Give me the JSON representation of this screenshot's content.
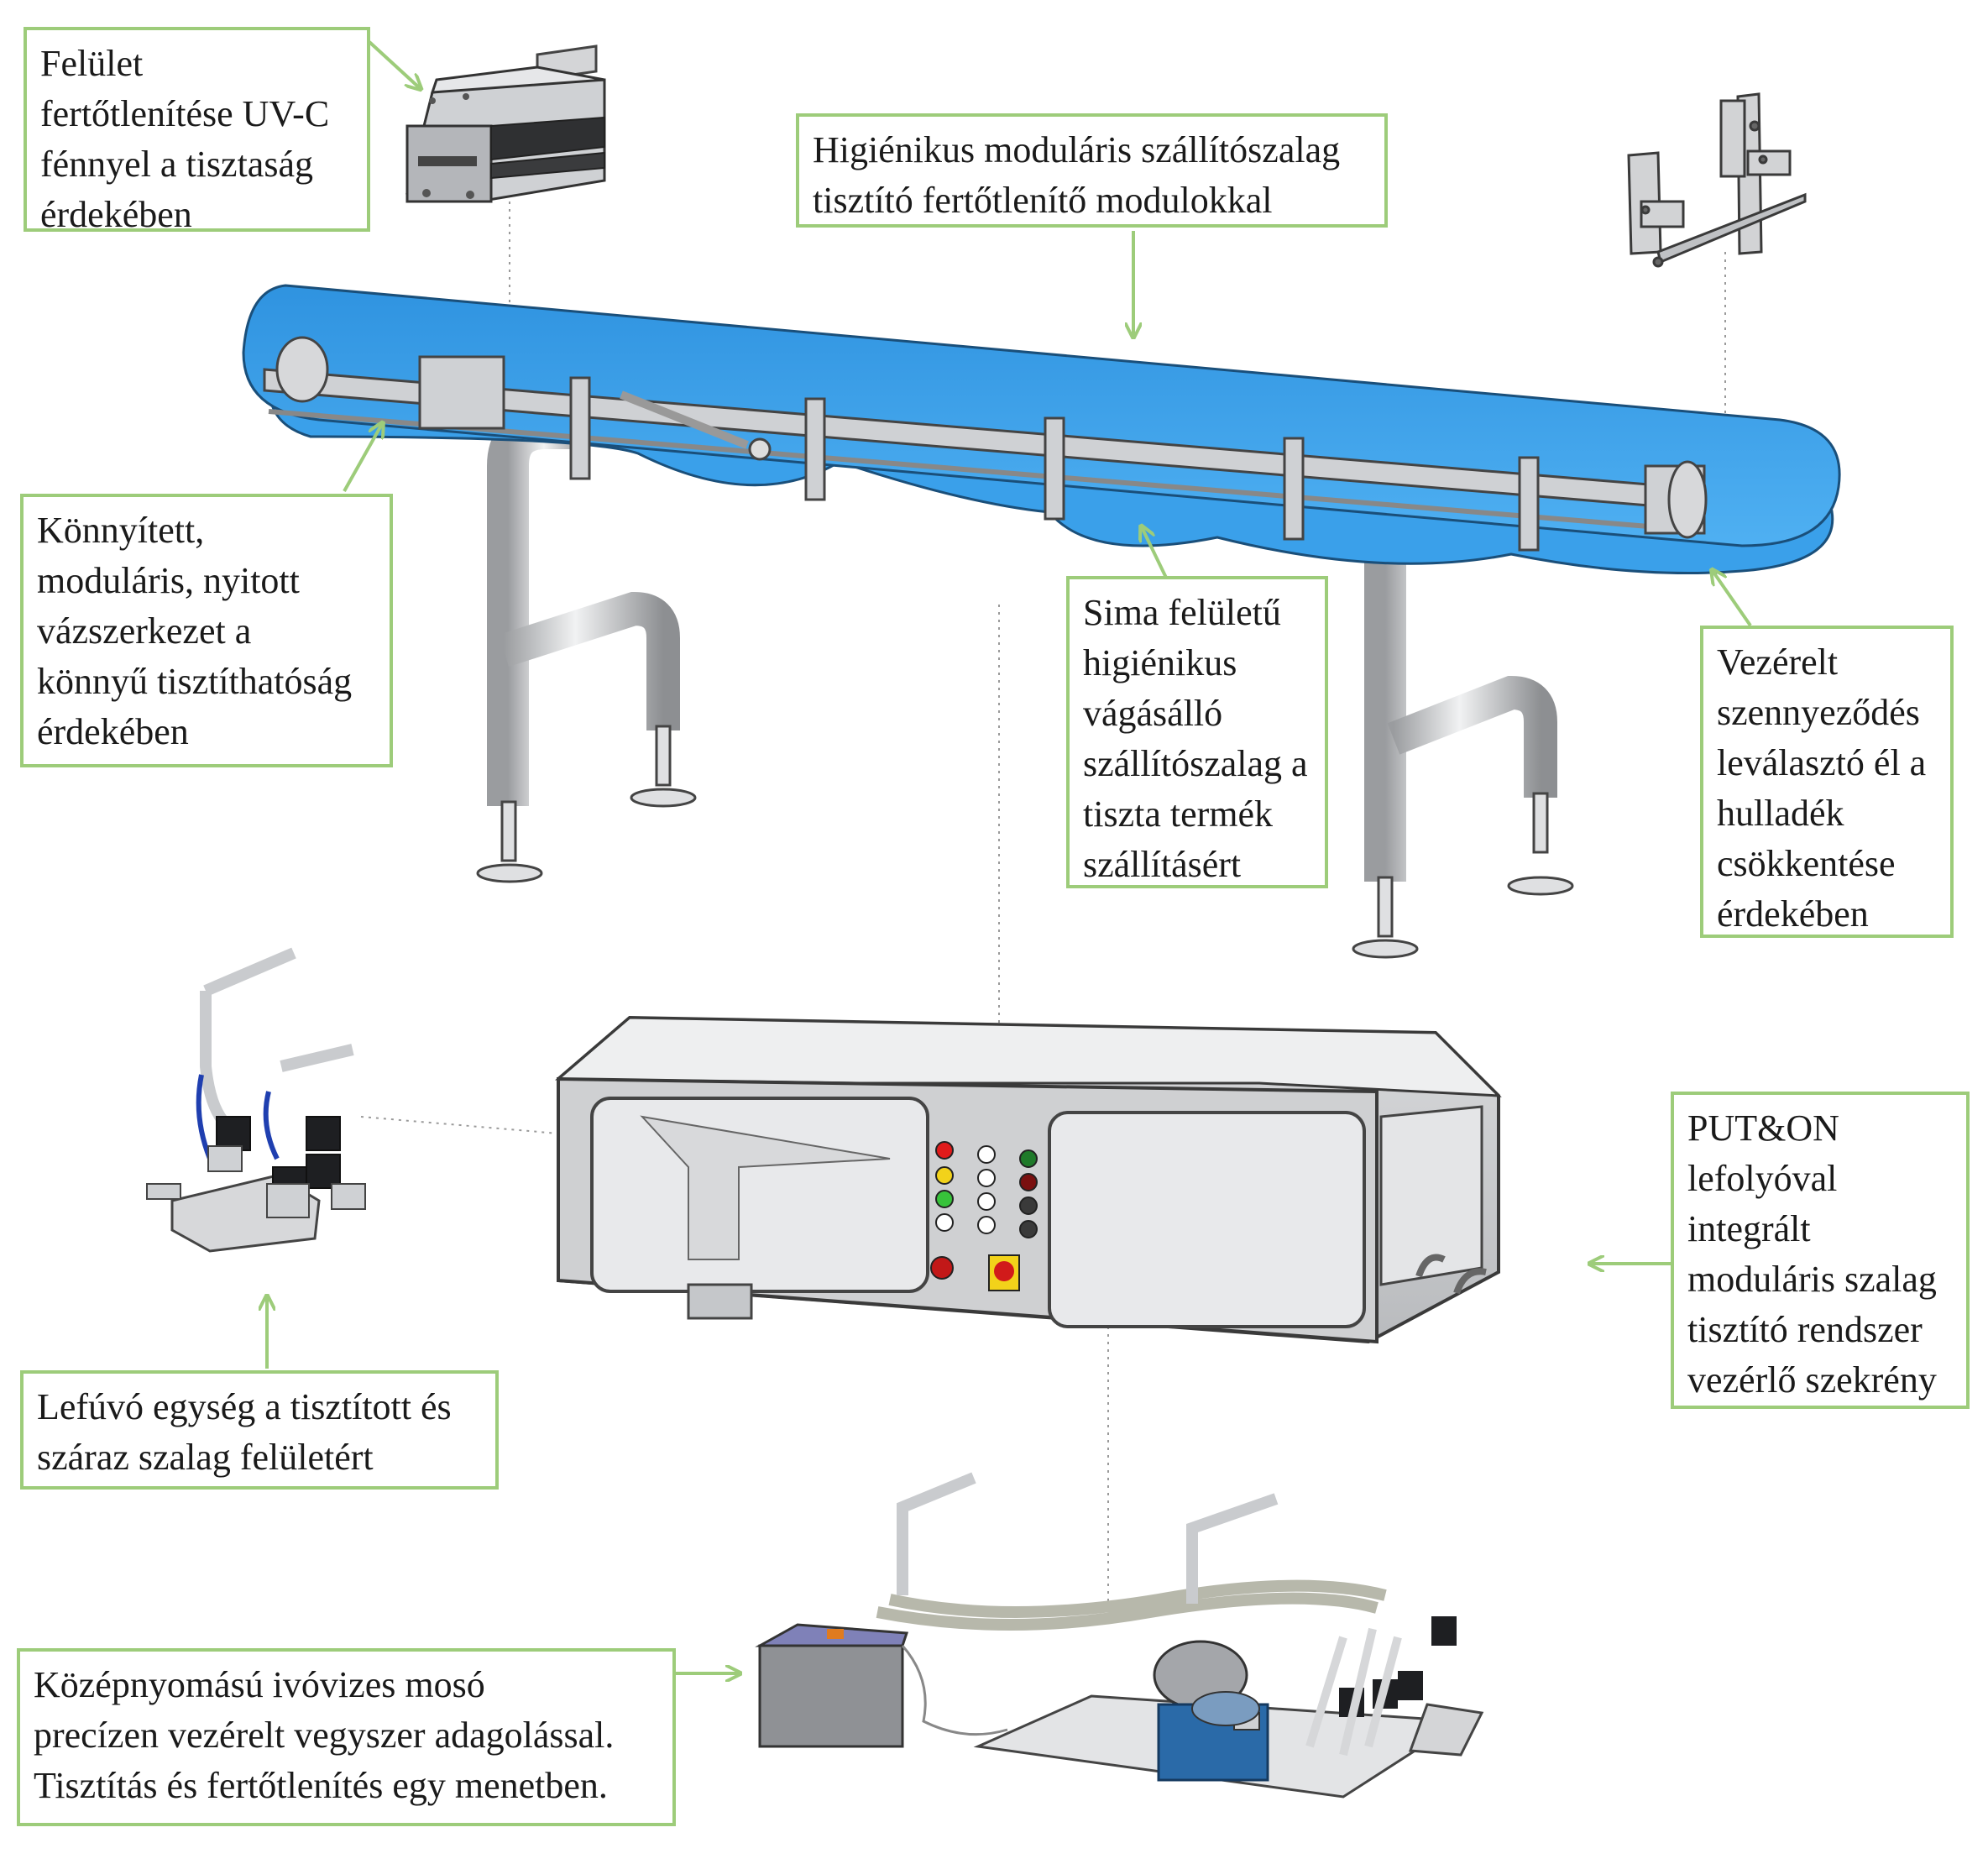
{
  "colors": {
    "callout_border": "#9dcc7a",
    "arrow": "#9dcc7a",
    "belt": "#3aa0ea",
    "steel": "#c9cbcf",
    "outline": "#4a4a4a",
    "motor_blue": "#2a6aa8"
  },
  "callouts": {
    "uvc": "Felület\nfertőtlenítése UV-C\nfénnyel a tisztaság\nérdekében",
    "modular_belt": "Higiénikus moduláris szállítószalag\ntisztító fertőtlenítő modulokkal",
    "frame": "Könnyített,\nmoduláris, nyitott\nvázszerkezet a\nkönnyű tisztíthatóság\nérdekében",
    "smooth_belt": "Sima felületű\nhigiénikus\nvágásálló\nszállítószalag a\ntiszta termék\nszállításért",
    "scraper": "Vezérelt\nszennyeződés\nleválasztó él a\nhulladék\ncsökkentése\nérdekében",
    "cabinet": "PUT&ON\nlefolyóval\nintegrált\nmoduláris szalag\ntisztító rendszer\nvezérlő szekrény",
    "blower": "Lefúvó egység a tisztított és\nszáraz szalag felületért",
    "washer": "Középnyomású ivóvizes mosó\nprecízen vezérelt vegyszer adagolással.\nTisztítás és fertőtlenítés egy menetben."
  },
  "components": {
    "uvc_module": "uv-c-module",
    "conveyor": "conveyor-belt",
    "scraper_unit": "scraper-edge-unit",
    "blower_unit": "air-blower-unit",
    "control_cabinet": "control-cabinet",
    "washer_unit": "pressure-washer-unit"
  }
}
